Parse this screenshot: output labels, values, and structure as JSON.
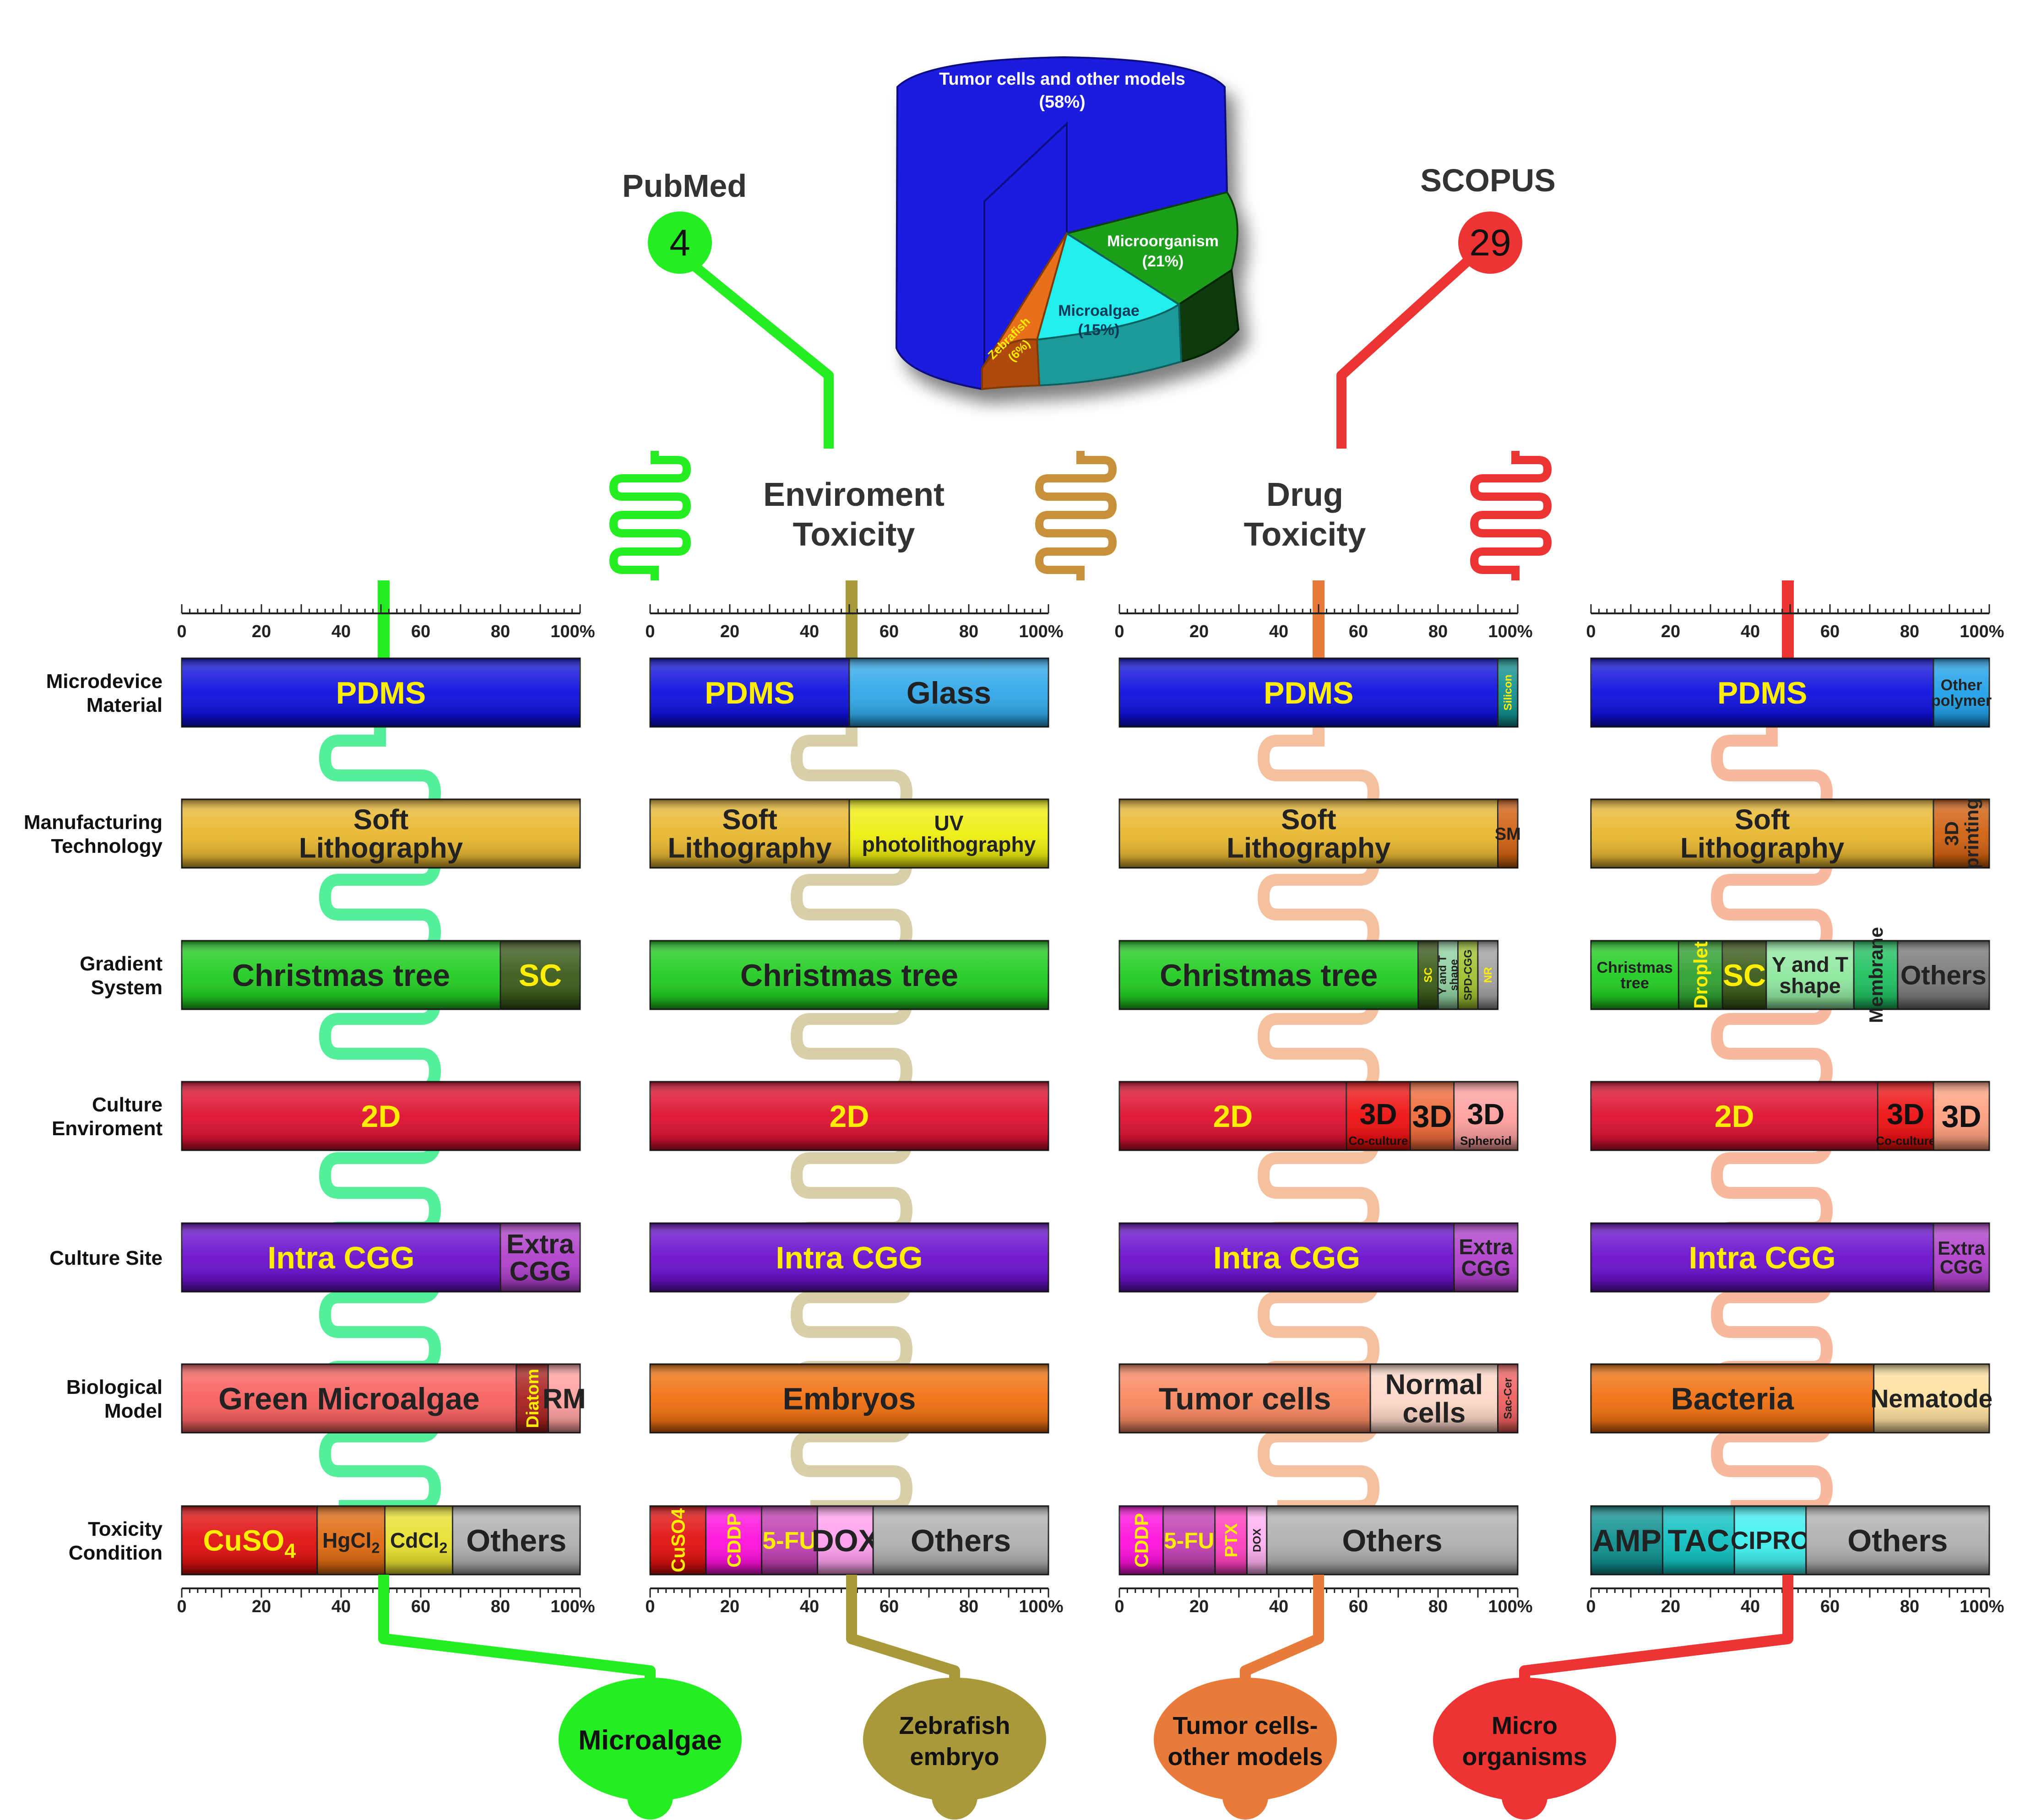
{
  "sources": {
    "left": {
      "name": "PubMed",
      "count": "4",
      "color": "#22ee22"
    },
    "right": {
      "name": "SCOPUS",
      "count": "29",
      "color": "#ee3333"
    }
  },
  "pie": {
    "slices": [
      {
        "label": "Tumor cells and other models",
        "pct": "(58%)",
        "value": 58,
        "color": "#1a1ae0"
      },
      {
        "label": "Microorganism",
        "pct": "(21%)",
        "value": 21,
        "color": "#1aa01a"
      },
      {
        "label": "Microalgae",
        "pct": "(15%)",
        "value": 15,
        "color": "#22eeee"
      },
      {
        "label": "Zebrafish",
        "pct": "(6%)",
        "value": 6,
        "color": "#e8701a"
      }
    ]
  },
  "header": {
    "env": [
      "Enviroment",
      "Toxicity"
    ],
    "drug": [
      "Drug",
      "Toxicity"
    ]
  },
  "axis_ticks": [
    "0",
    "20",
    "40",
    "60",
    "80",
    "100%"
  ],
  "row_labels": [
    [
      "Microdevice",
      "Material"
    ],
    [
      "Manufacturing",
      "Technology"
    ],
    [
      "Gradient",
      "System"
    ],
    [
      "Culture",
      "Enviroment"
    ],
    [
      "Culture Site"
    ],
    [
      "Biological",
      "Model"
    ],
    [
      "Toxicity",
      "Condition"
    ]
  ],
  "columns": [
    {
      "bottom_label": [
        "Microalgae"
      ],
      "bottom_color": "#22ee22",
      "rows": [
        [
          {
            "text": [
              "PDMS"
            ],
            "pct": 100,
            "color": "#1010dd",
            "text_color": "#ffee00"
          }
        ],
        [
          {
            "text": [
              "Soft",
              "Lithography"
            ],
            "pct": 100,
            "color": "#e8b830",
            "text_color": "#222222"
          }
        ],
        [
          {
            "text": [
              "Christmas tree"
            ],
            "pct": 80,
            "color": "#22cc22",
            "text_color": "#222222"
          },
          {
            "text": [
              "SC"
            ],
            "pct": 20,
            "color": "#3a5a1a",
            "text_color": "#ffee00"
          }
        ],
        [
          {
            "text": [
              "2D"
            ],
            "pct": 100,
            "color": "#dd1030",
            "text_color": "#ffee00"
          }
        ],
        [
          {
            "text": [
              "Intra CGG"
            ],
            "pct": 80,
            "color": "#6a10cc",
            "text_color": "#ffee00"
          },
          {
            "text": [
              "Extra",
              "CGG"
            ],
            "pct": 20,
            "color": "#b040cc",
            "text_color": "#222222"
          }
        ],
        [
          {
            "text": [
              "Green Microalgae"
            ],
            "pct": 84,
            "color": "#f86060",
            "text_color": "#222222"
          },
          {
            "text": [
              "Diatom"
            ],
            "pct": 8,
            "color": "#a82020",
            "text_color": "#ffee00",
            "vertical": true
          },
          {
            "text": [
              "RM"
            ],
            "pct": 8,
            "color": "#ffa0a0",
            "text_color": "#222222"
          }
        ],
        [
          {
            "text": [
              "CuSO",
              "4"
            ],
            "pct": 34,
            "color": "#e01010",
            "text_color": "#ffee00",
            "sub": true
          },
          {
            "text": [
              "HgCl",
              "2"
            ],
            "pct": 17,
            "color": "#e06a10",
            "text_color": "#222222",
            "sub": true
          },
          {
            "text": [
              "CdCl",
              "2"
            ],
            "pct": 17,
            "color": "#e8e030",
            "text_color": "#222222",
            "sub": true
          },
          {
            "text": [
              "Others"
            ],
            "pct": 32,
            "color": "#b0b0b0",
            "text_color": "#222222"
          }
        ]
      ]
    },
    {
      "bottom_label": [
        "Zebrafish",
        "embryo"
      ],
      "bottom_color": "#a89a3a",
      "rows": [
        [
          {
            "text": [
              "PDMS"
            ],
            "pct": 50,
            "color": "#1010dd",
            "text_color": "#ffee00"
          },
          {
            "text": [
              "Glass"
            ],
            "pct": 50,
            "color": "#30a8e8",
            "text_color": "#222222"
          }
        ],
        [
          {
            "text": [
              "Soft",
              "Lithography"
            ],
            "pct": 50,
            "color": "#e8b830",
            "text_color": "#222222"
          },
          {
            "text": [
              "UV",
              "photolithography"
            ],
            "pct": 50,
            "color": "#eeee10",
            "text_color": "#222222"
          }
        ],
        [
          {
            "text": [
              "Christmas tree"
            ],
            "pct": 100,
            "color": "#22cc22",
            "text_color": "#222222"
          }
        ],
        [
          {
            "text": [
              "2D"
            ],
            "pct": 100,
            "color": "#dd1030",
            "text_color": "#ffee00"
          }
        ],
        [
          {
            "text": [
              "Intra CGG"
            ],
            "pct": 100,
            "color": "#6a10cc",
            "text_color": "#ffee00"
          }
        ],
        [
          {
            "text": [
              "Embryos"
            ],
            "pct": 100,
            "color": "#f07010",
            "text_color": "#222222"
          }
        ],
        [
          {
            "text": [
              "CuSO4"
            ],
            "pct": 14,
            "color": "#e01010",
            "text_color": "#ffee00",
            "vertical": true
          },
          {
            "text": [
              "CDDP"
            ],
            "pct": 14,
            "color": "#ff10dd",
            "text_color": "#ffee00",
            "vertical": true
          },
          {
            "text": [
              "5-FU"
            ],
            "pct": 14,
            "color": "#c040b0",
            "text_color": "#ffee00"
          },
          {
            "text": [
              "DOX"
            ],
            "pct": 14,
            "color": "#ffa0ee",
            "text_color": "#222222"
          },
          {
            "text": [
              "Others"
            ],
            "pct": 44,
            "color": "#b0b0b0",
            "text_color": "#222222"
          }
        ]
      ]
    },
    {
      "bottom_label": [
        "Tumor cells-",
        "other models"
      ],
      "bottom_color": "#e87a3a",
      "rows": [
        [
          {
            "text": [
              "PDMS"
            ],
            "pct": 95,
            "color": "#1010dd",
            "text_color": "#ffee00"
          },
          {
            "text": [
              "Silicon"
            ],
            "pct": 5,
            "color": "#109090",
            "text_color": "#ffee00",
            "vertical": true
          }
        ],
        [
          {
            "text": [
              "Soft",
              "Lithography"
            ],
            "pct": 95,
            "color": "#e8b830",
            "text_color": "#222222"
          },
          {
            "text": [
              "SM"
            ],
            "pct": 5,
            "color": "#d06010",
            "text_color": "#222222"
          }
        ],
        [
          {
            "text": [
              "Christmas tree"
            ],
            "pct": 75,
            "color": "#22cc22",
            "text_color": "#222222"
          },
          {
            "text": [
              "SC"
            ],
            "pct": 5,
            "color": "#3a5a1a",
            "text_color": "#ffee00",
            "vertical": true
          },
          {
            "text": [
              "Y and T",
              "shape"
            ],
            "pct": 5,
            "color": "#90d0a0",
            "text_color": "#222222",
            "vertical": true
          },
          {
            "text": [
              "SPD-CGG"
            ],
            "pct": 5,
            "color": "#a0c030",
            "text_color": "#222222",
            "vertical": true
          },
          {
            "text": [
              "NR"
            ],
            "pct": 5,
            "color": "#a0a0a0",
            "text_color": "#ffee00",
            "vertical": true
          }
        ],
        [
          {
            "text": [
              "2D"
            ],
            "pct": 57,
            "color": "#dd1030",
            "text_color": "#ffee00"
          },
          {
            "text": [
              "3D",
              "Co-culture"
            ],
            "pct": 16,
            "color": "#ee1010",
            "text_color": "#111111",
            "caption": true
          },
          {
            "text": [
              "3D"
            ],
            "pct": 11,
            "color": "#f06a3a",
            "text_color": "#111111"
          },
          {
            "text": [
              "3D",
              "Spheroid"
            ],
            "pct": 16,
            "color": "#ffa0a0",
            "text_color": "#111111",
            "caption": true
          }
        ],
        [
          {
            "text": [
              "Intra CGG"
            ],
            "pct": 84,
            "color": "#6a10cc",
            "text_color": "#ffee00"
          },
          {
            "text": [
              "Extra",
              "CGG"
            ],
            "pct": 16,
            "color": "#b040cc",
            "text_color": "#222222"
          }
        ],
        [
          {
            "text": [
              "Tumor cells"
            ],
            "pct": 63,
            "color": "#f88860",
            "text_color": "#222222"
          },
          {
            "text": [
              "Normal",
              "cells"
            ],
            "pct": 32,
            "color": "#ffd8c8",
            "text_color": "#222222"
          },
          {
            "text": [
              "Sac-Cer"
            ],
            "pct": 5,
            "color": "#f06060",
            "text_color": "#222222",
            "vertical": true
          }
        ],
        [
          {
            "text": [
              "CDDP"
            ],
            "pct": 11,
            "color": "#ff10dd",
            "text_color": "#ffee00",
            "vertical": true
          },
          {
            "text": [
              "5-FU"
            ],
            "pct": 13,
            "color": "#c040b0",
            "text_color": "#ffee00"
          },
          {
            "text": [
              "PTX"
            ],
            "pct": 8,
            "color": "#ff40c0",
            "text_color": "#ffee00",
            "vertical": true
          },
          {
            "text": [
              "DOX"
            ],
            "pct": 5,
            "color": "#ffb0f0",
            "text_color": "#222222",
            "vertical": true
          },
          {
            "text": [
              "Others"
            ],
            "pct": 63,
            "color": "#b0b0b0",
            "text_color": "#222222"
          }
        ]
      ]
    },
    {
      "bottom_label": [
        "Micro",
        "organisms"
      ],
      "bottom_color": "#ee3333",
      "rows": [
        [
          {
            "text": [
              "PDMS"
            ],
            "pct": 86,
            "color": "#1010dd",
            "text_color": "#ffee00"
          },
          {
            "text": [
              "Other",
              "polymer"
            ],
            "pct": 14,
            "color": "#20a0e8",
            "text_color": "#222222",
            "small": true
          }
        ],
        [
          {
            "text": [
              "Soft",
              "Lithography"
            ],
            "pct": 86,
            "color": "#e8b830",
            "text_color": "#222222"
          },
          {
            "text": [
              "3D",
              "printing"
            ],
            "pct": 14,
            "color": "#d06010",
            "text_color": "#222222",
            "vertical": true
          }
        ],
        [
          {
            "text": [
              "Christmas",
              "tree"
            ],
            "pct": 22,
            "color": "#22cc22",
            "text_color": "#222222",
            "small": true
          },
          {
            "text": [
              "Droplet"
            ],
            "pct": 11,
            "color": "#30a030",
            "text_color": "#ffee00",
            "vertical": true
          },
          {
            "text": [
              "SC"
            ],
            "pct": 11,
            "color": "#3a5a1a",
            "text_color": "#ffee00"
          },
          {
            "text": [
              "Y and T",
              "shape"
            ],
            "pct": 22,
            "color": "#90e8a0",
            "text_color": "#222222"
          },
          {
            "text": [
              "Membrane"
            ],
            "pct": 11,
            "color": "#20c060",
            "text_color": "#222222",
            "vertical": true
          },
          {
            "text": [
              "Others"
            ],
            "pct": 23,
            "color": "#7a7a7a",
            "text_color": "#222222"
          }
        ],
        [
          {
            "text": [
              "2D"
            ],
            "pct": 72,
            "color": "#dd1030",
            "text_color": "#ffee00"
          },
          {
            "text": [
              "3D",
              "Co-culture"
            ],
            "pct": 14,
            "color": "#ee1010",
            "text_color": "#111111",
            "caption": true
          },
          {
            "text": [
              "3D"
            ],
            "pct": 14,
            "color": "#ffa080",
            "text_color": "#111111"
          }
        ],
        [
          {
            "text": [
              "Intra CGG"
            ],
            "pct": 86,
            "color": "#6a10cc",
            "text_color": "#ffee00"
          },
          {
            "text": [
              "Extra",
              "CGG"
            ],
            "pct": 14,
            "color": "#b040cc",
            "text_color": "#222222"
          }
        ],
        [
          {
            "text": [
              "Bacteria"
            ],
            "pct": 71,
            "color": "#f07010",
            "text_color": "#222222"
          },
          {
            "text": [
              "Nematode"
            ],
            "pct": 29,
            "color": "#ffe0a0",
            "text_color": "#222222"
          }
        ],
        [
          {
            "text": [
              "AMP"
            ],
            "pct": 18,
            "color": "#109090",
            "text_color": "#222222"
          },
          {
            "text": [
              "TAC"
            ],
            "pct": 18,
            "color": "#10c0c0",
            "text_color": "#222222"
          },
          {
            "text": [
              "CIPRO"
            ],
            "pct": 18,
            "color": "#40f0f0",
            "text_color": "#222222"
          },
          {
            "text": [
              "Others"
            ],
            "pct": 46,
            "color": "#b0b0b0",
            "text_color": "#222222"
          }
        ]
      ]
    }
  ]
}
